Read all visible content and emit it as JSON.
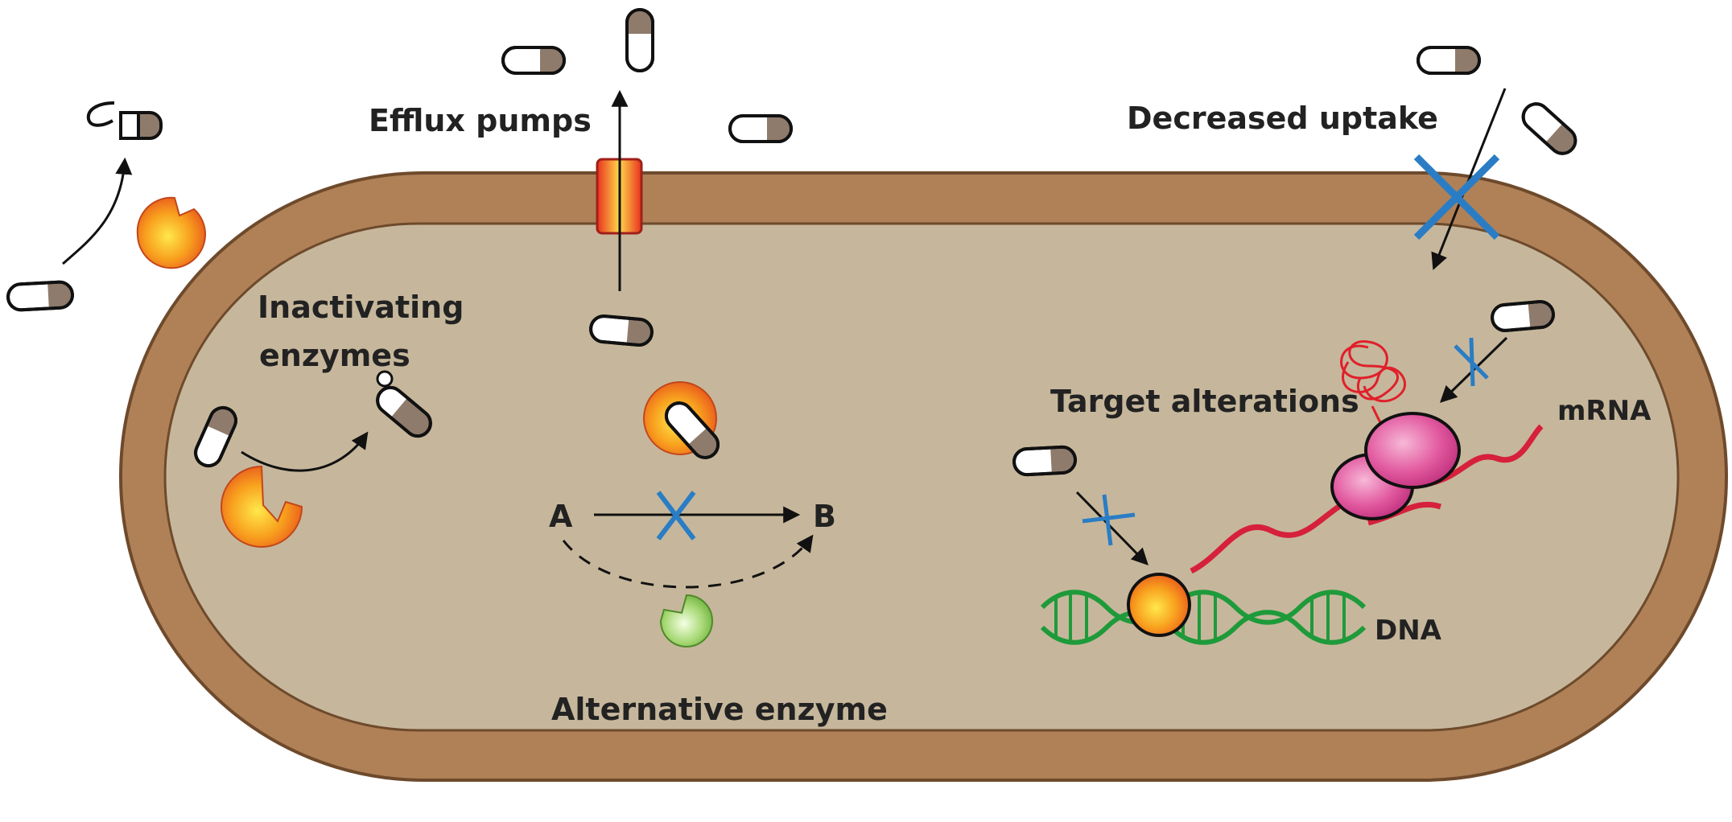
{
  "labels": {
    "efflux": "Efflux pumps",
    "decreased_uptake": "Decreased uptake",
    "inactivating_line1": "Inactivating",
    "inactivating_line2": "enzymes",
    "target_alterations": "Target alterations",
    "mrna": "mRNA",
    "dna": "DNA",
    "alternative_enzyme": "Alternative enzyme",
    "pathway_a": "A",
    "pathway_b": "B"
  },
  "colors": {
    "cell_wall": "#b08157",
    "cell_wall_outline": "#6e4a2c",
    "cytoplasm": "#c6b79c",
    "capsule_dark": "#8f7b6c",
    "enzyme": "#f59a1e",
    "alt_enzyme": "#9fd26a",
    "ribosome": "#e2559c",
    "mrna": "#d6203c",
    "dna": "#1f9a3a",
    "block_cross": "#2a7dc4",
    "pump": "#e63c22"
  }
}
